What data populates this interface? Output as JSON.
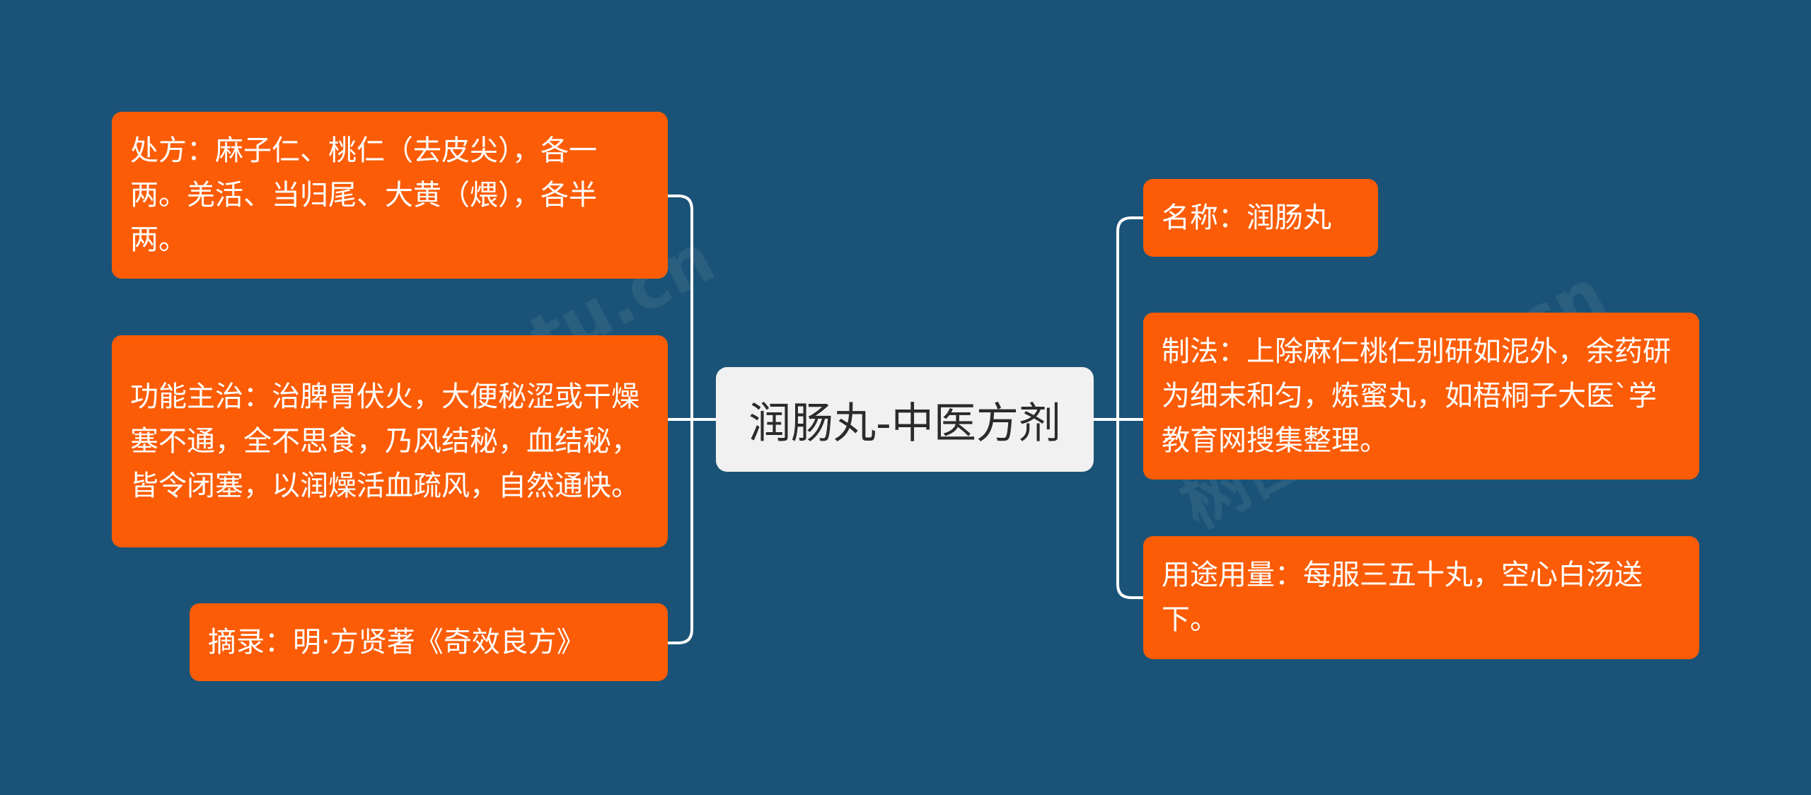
{
  "root": {
    "title": "润肠丸-中医方剂"
  },
  "left_branches": [
    {
      "text": "处方：麻子仁、桃仁（去皮尖），各一两。羌活、当归尾、大黄（煨），各半两。"
    },
    {
      "text": "功能主治：治脾胃伏火，大便秘涩或干燥塞不通，全不思食，乃风结秘，血结秘，皆令闭塞，以润燥活血疏风，自然通快。"
    },
    {
      "text": "摘录：明·方贤著《奇效良方》"
    }
  ],
  "right_branches": [
    {
      "text": "名称：润肠丸"
    },
    {
      "text": "制法：上除麻仁桃仁别研如泥外，余药研为细末和匀，炼蜜丸，如梧桐子大医`学教育网搜集整理。"
    },
    {
      "text": "用途用量：每服三五十丸，空心白汤送下。"
    }
  ],
  "watermarks": [
    "树图shutu.cn",
    "树图shutu.cn"
  ],
  "colors": {
    "background": "#1a5377",
    "node": "#fb5c05",
    "root": "#f1f1f1",
    "line": "#ffffff"
  }
}
